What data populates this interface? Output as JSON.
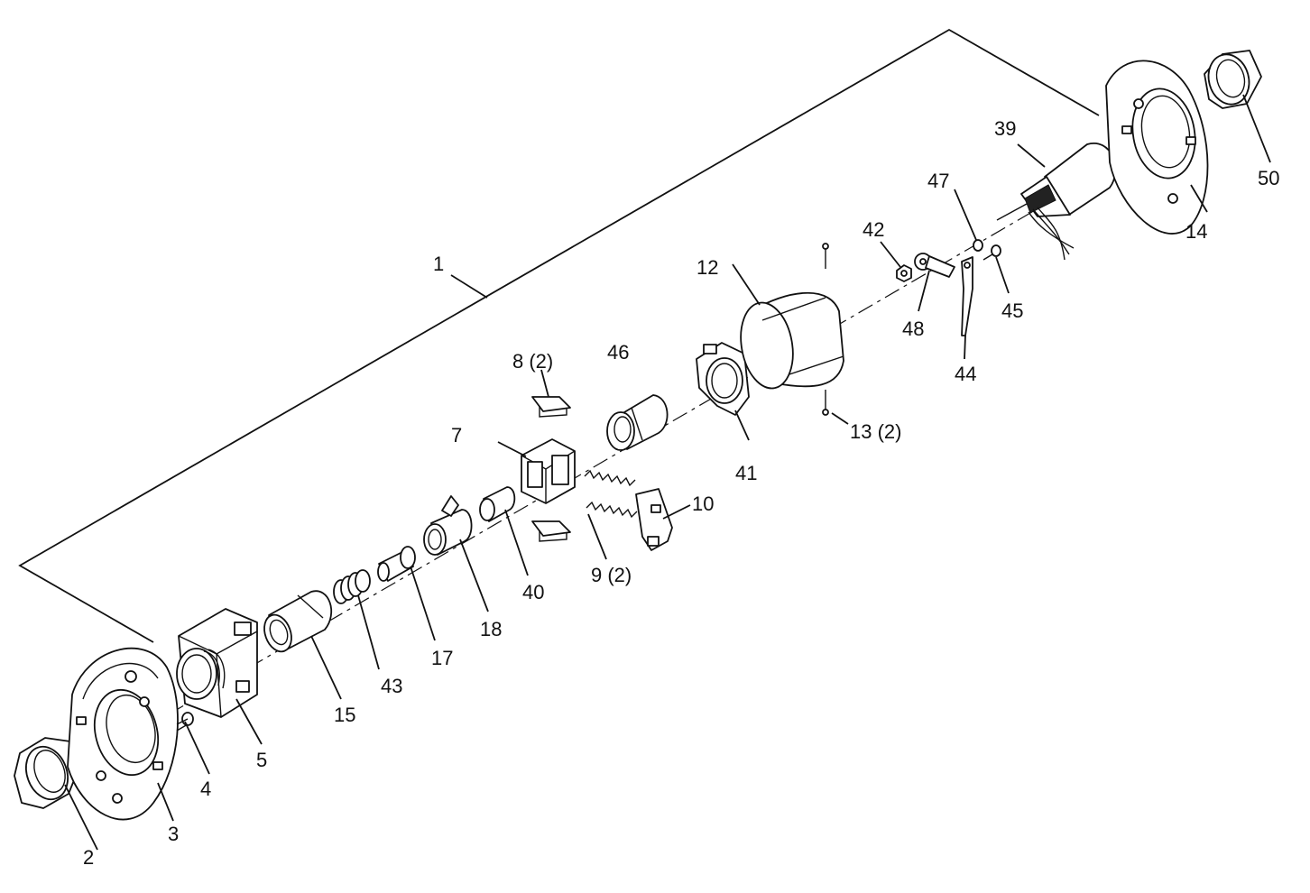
{
  "diagram": {
    "callouts": {
      "c1": "1",
      "c2": "2",
      "c3": "3",
      "c4": "4",
      "c5": "5",
      "c7": "7",
      "c8": "8 (2)",
      "c9": "9 (2)",
      "c10": "10",
      "c12": "12",
      "c13": "13 (2)",
      "c14": "14",
      "c15": "15",
      "c17": "17",
      "c18": "18",
      "c39": "39",
      "c40": "40",
      "c41": "41",
      "c42": "42",
      "c43": "43",
      "c44": "44",
      "c45": "45",
      "c46": "46",
      "c47": "47",
      "c48": "48",
      "c50": "50"
    }
  }
}
